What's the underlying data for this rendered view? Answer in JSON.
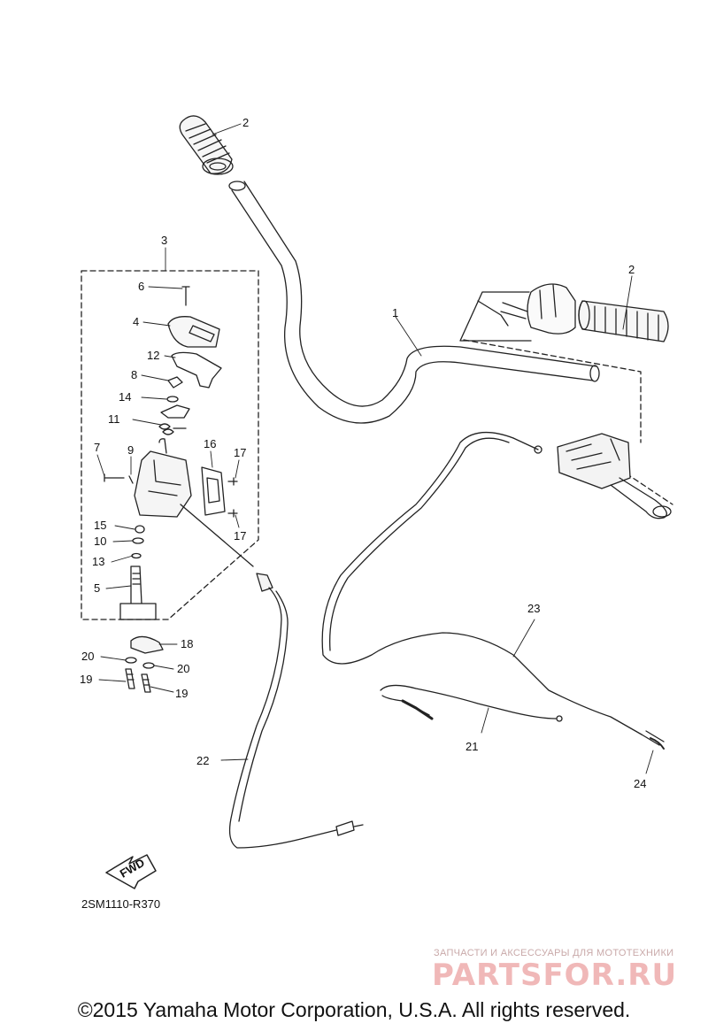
{
  "diagram": {
    "drawing_code": "2SM1110-R370",
    "fwd_label": "FWD",
    "callouts": [
      "1",
      "2",
      "2",
      "3",
      "4",
      "5",
      "6",
      "7",
      "8",
      "9",
      "10",
      "11",
      "12",
      "13",
      "14",
      "15",
      "16",
      "17",
      "17",
      "18",
      "19",
      "19",
      "20",
      "20",
      "21",
      "22",
      "23",
      "24"
    ]
  },
  "watermark": {
    "tagline": "ЗАПЧАСТИ И АКСЕССУАРЫ ДЛЯ МОТОТЕХНИКИ",
    "brand": "PARTSFOR.RU"
  },
  "footer": {
    "copyright": "©2015 Yamaha Motor Corporation, U.S.A. All rights reserved."
  }
}
